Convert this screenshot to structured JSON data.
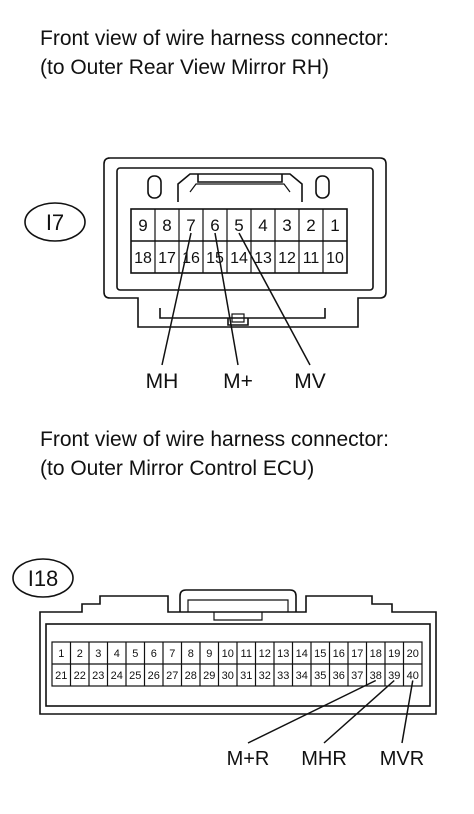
{
  "connector1": {
    "caption_line1": "Front view of wire harness connector:",
    "caption_line2": "(to Outer Rear View Mirror RH)",
    "code": "I7",
    "top_row": [
      "9",
      "8",
      "7",
      "6",
      "5",
      "4",
      "3",
      "2",
      "1"
    ],
    "bottom_row": [
      "18",
      "17",
      "16",
      "15",
      "14",
      "13",
      "12",
      "11",
      "10"
    ],
    "wires": [
      {
        "label": "MH",
        "pin": "7"
      },
      {
        "label": "M+",
        "pin": "6"
      },
      {
        "label": "MV",
        "pin": "5"
      }
    ]
  },
  "connector2": {
    "caption_line1": "Front view of wire harness connector:",
    "caption_line2": "(to Outer Mirror Control ECU)",
    "code": "I18",
    "top_row": [
      "1",
      "2",
      "3",
      "4",
      "5",
      "6",
      "7",
      "8",
      "9",
      "10",
      "11",
      "12",
      "13",
      "14",
      "15",
      "16",
      "17",
      "18",
      "19",
      "20"
    ],
    "bottom_row": [
      "21",
      "22",
      "23",
      "24",
      "25",
      "26",
      "27",
      "28",
      "29",
      "30",
      "31",
      "32",
      "33",
      "34",
      "35",
      "36",
      "37",
      "38",
      "39",
      "40"
    ],
    "wires": [
      {
        "label": "M+R",
        "pin": "38"
      },
      {
        "label": "MHR",
        "pin": "39"
      },
      {
        "label": "MVR",
        "pin": "40"
      }
    ]
  }
}
